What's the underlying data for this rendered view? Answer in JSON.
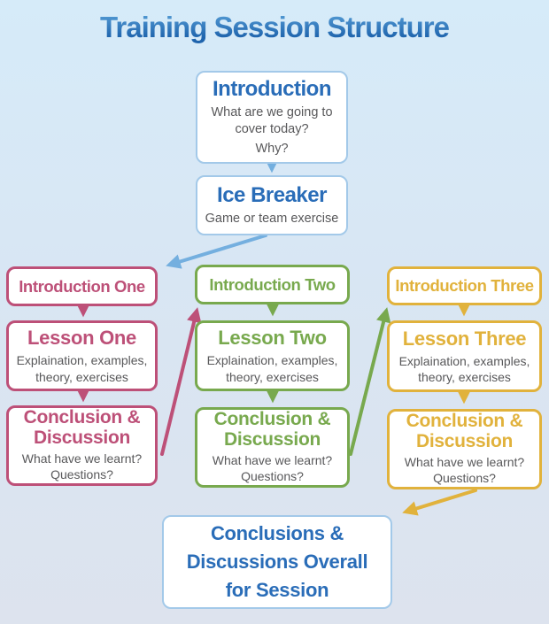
{
  "title": "Training Session Structure",
  "intro": {
    "heading": "Introduction",
    "line1": "What are we going to cover today?",
    "line2": "Why?"
  },
  "ice_breaker": {
    "heading": "Ice Breaker",
    "body": "Game or team exercise"
  },
  "columns": [
    {
      "intro_heading": "Introduction One",
      "lesson_heading": "Lesson One",
      "lesson_body": "Explaination, examples, theory, exercises",
      "conclusion_heading": "Conclusion & Discussion",
      "conclusion_body": "What have we learnt? Questions?"
    },
    {
      "intro_heading": "Introduction Two",
      "lesson_heading": "Lesson Two",
      "lesson_body": "Explaination, examples, theory, exercises",
      "conclusion_heading": "Conclusion & Discussion",
      "conclusion_body": "What have we learnt? Questions?"
    },
    {
      "intro_heading": "Introduction Three",
      "lesson_heading": "Lesson Three",
      "lesson_body": "Explaination, examples, theory, exercises",
      "conclusion_heading": "Conclusion & Discussion",
      "conclusion_body": "What have we learnt? Questions?"
    }
  ],
  "overall": {
    "heading_lines": [
      "Conclusions &",
      "Discussions Overall",
      "for Session"
    ]
  },
  "colors": {
    "blue": "#2a6db8",
    "pink": "#bd5078",
    "green": "#78a94e",
    "gold": "#e1b23c",
    "border_blue": "#a3c9e9",
    "arrow_blue": "#74afdf",
    "body": "#58585a"
  }
}
